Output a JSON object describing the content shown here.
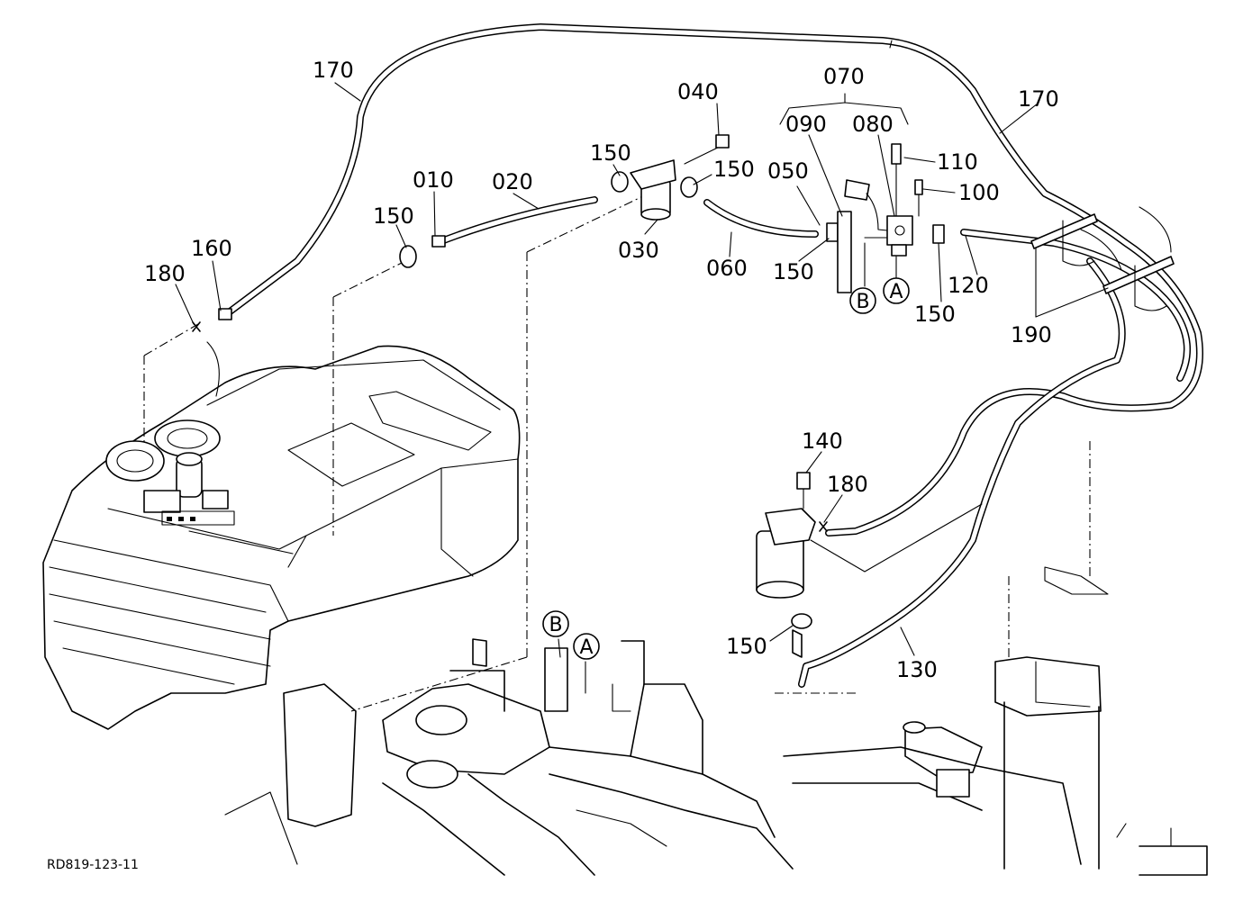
{
  "diagram": {
    "reference": "RD819-123-11",
    "group_label": "070",
    "parts": [
      {
        "id": "p-170-left",
        "text": "170"
      },
      {
        "id": "p-170-right",
        "text": "170"
      },
      {
        "id": "p-040",
        "text": "040"
      },
      {
        "id": "p-070",
        "text": "070"
      },
      {
        "id": "p-090",
        "text": "090"
      },
      {
        "id": "p-080",
        "text": "080"
      },
      {
        "id": "p-110",
        "text": "110"
      },
      {
        "id": "p-100",
        "text": "100"
      },
      {
        "id": "p-150-a",
        "text": "150"
      },
      {
        "id": "p-150-b",
        "text": "150"
      },
      {
        "id": "p-150-c",
        "text": "150"
      },
      {
        "id": "p-150-d",
        "text": "150"
      },
      {
        "id": "p-150-e",
        "text": "150"
      },
      {
        "id": "p-150-f",
        "text": "150"
      },
      {
        "id": "p-010",
        "text": "010"
      },
      {
        "id": "p-020",
        "text": "020"
      },
      {
        "id": "p-030",
        "text": "030"
      },
      {
        "id": "p-050",
        "text": "050"
      },
      {
        "id": "p-060",
        "text": "060"
      },
      {
        "id": "p-160",
        "text": "160"
      },
      {
        "id": "p-180-a",
        "text": "180"
      },
      {
        "id": "p-180-b",
        "text": "180"
      },
      {
        "id": "p-120",
        "text": "120"
      },
      {
        "id": "p-190",
        "text": "190"
      },
      {
        "id": "p-140",
        "text": "140"
      },
      {
        "id": "p-130",
        "text": "130"
      }
    ],
    "markers": [
      {
        "id": "m-b-top",
        "text": "B"
      },
      {
        "id": "m-a-top",
        "text": "A"
      },
      {
        "id": "m-b-bottom",
        "text": "B"
      },
      {
        "id": "m-a-bottom",
        "text": "A"
      }
    ]
  }
}
